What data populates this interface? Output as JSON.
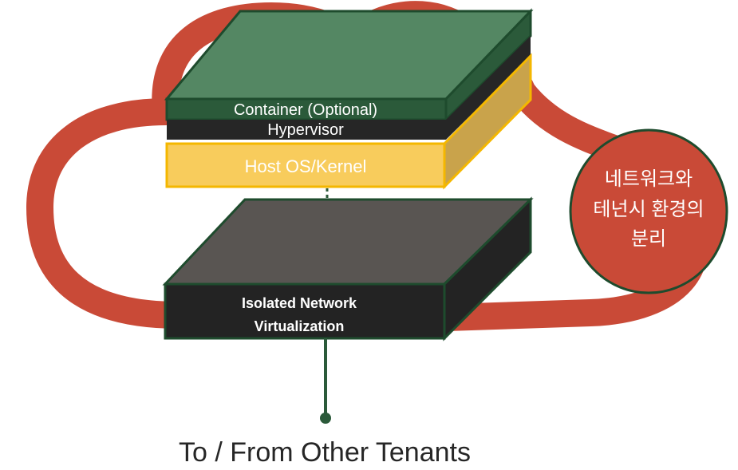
{
  "colors": {
    "cloud": "#c94a37",
    "container_top": "#548763",
    "container_front": "#2b5a3a",
    "dark_green": "#1e4b2d",
    "hypervisor": "#262626",
    "host_front": "#f8cc5c",
    "host_side": "#c9a34b",
    "host_border": "#f4b700",
    "network_top": "#595552",
    "network_front": "#232323",
    "connector": "#2b5a3a",
    "callout": "#c94a37",
    "text_dark": "#262626",
    "text_light": "#ffffff"
  },
  "layers": {
    "container": "Container (Optional)",
    "hypervisor": "Hypervisor",
    "host": "Host OS/Kernel",
    "network_line1": "Isolated Network",
    "network_line2": "Virtualization"
  },
  "callout": {
    "line1": "네트워크와",
    "line2": "테넌시 환경의",
    "line3": "분리"
  },
  "footer": {
    "label": "To / From Other Tenants"
  }
}
